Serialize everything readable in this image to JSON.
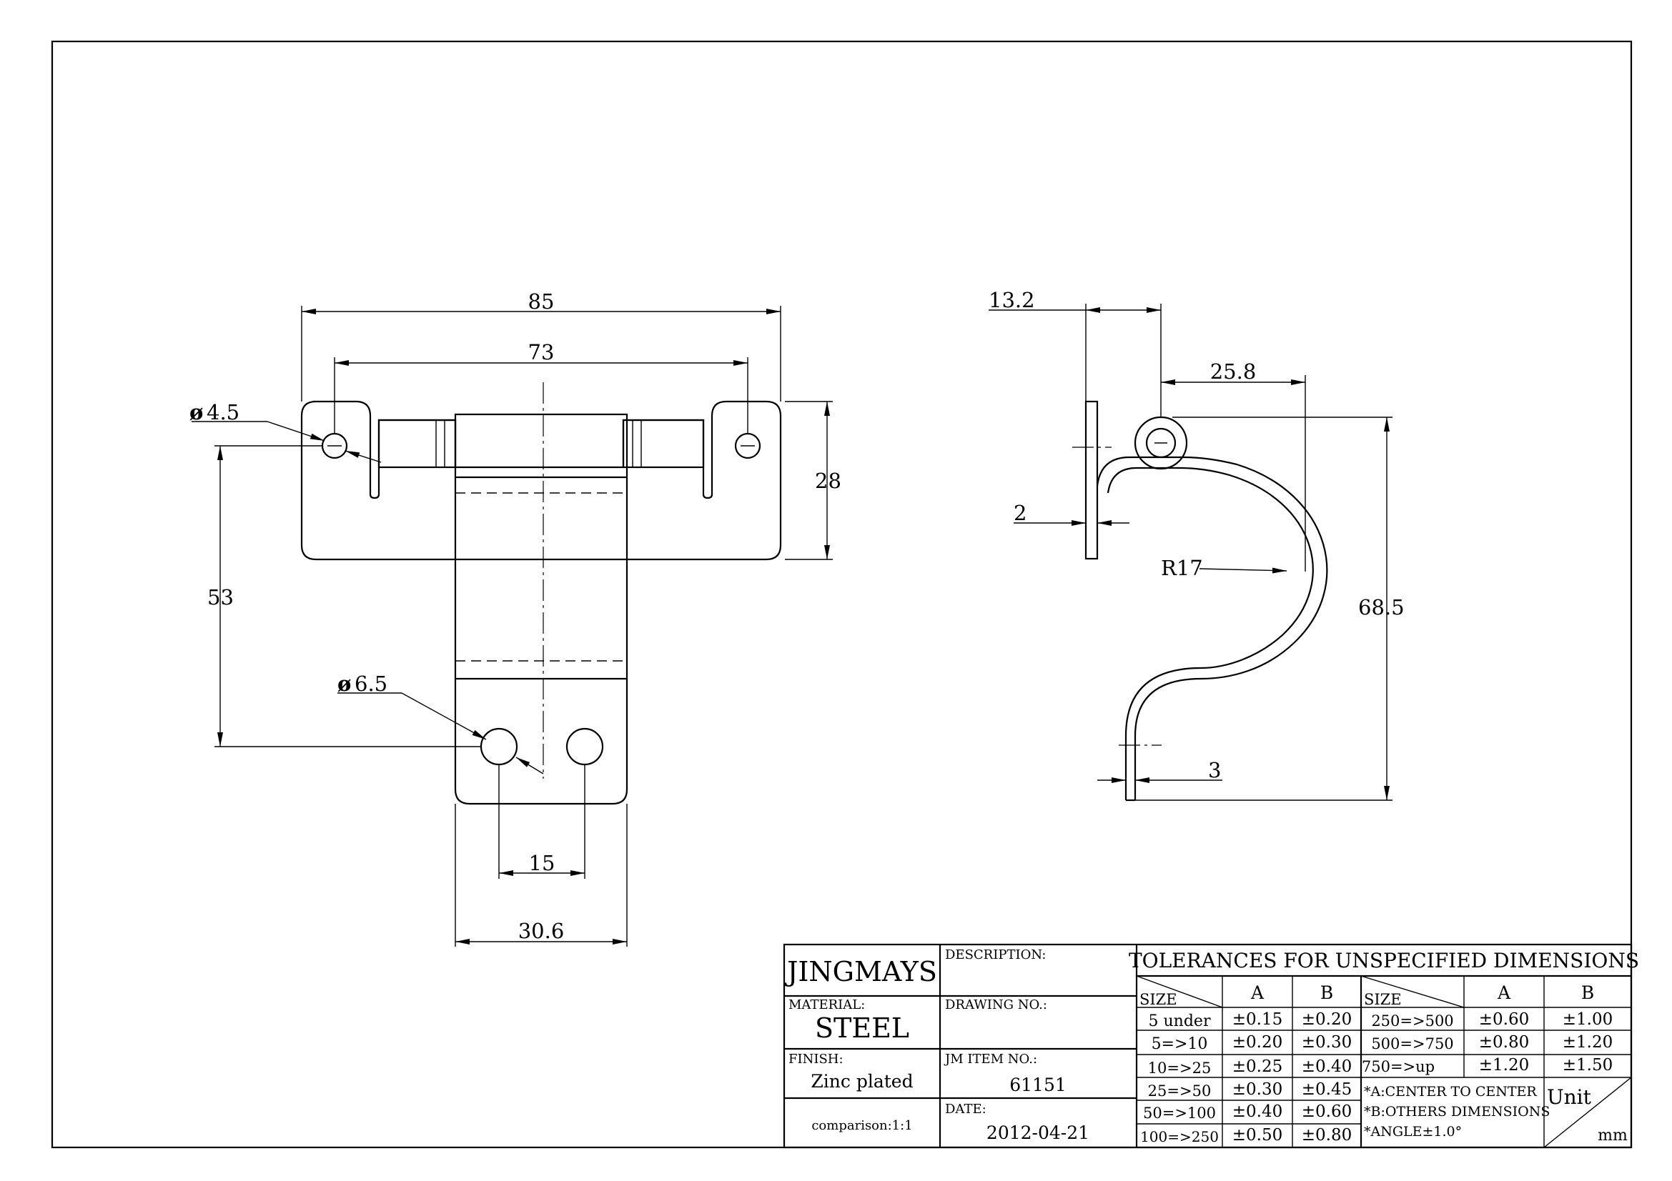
{
  "view_front": {
    "dim_width_overall": "85",
    "dim_hole_spacing": "73",
    "dim_hole_small": "4.5",
    "dim_plate_height": "28",
    "dim_vertical": "53",
    "dim_hole_large": "6.5",
    "dim_bottom_holes": "15",
    "dim_leaf_width": "30.6",
    "diameter_symbol": "ø"
  },
  "view_side": {
    "dim_offset": "13.2",
    "dim_reach": "25.8",
    "dim_thickness_plate": "2",
    "dim_radius": "R17",
    "dim_height": "68.5",
    "dim_thickness_leaf": "3"
  },
  "title_block": {
    "company": "JINGMAYS",
    "description_label": "DESCRIPTION:",
    "material_label": "MATERIAL:",
    "material": "STEEL",
    "drawing_no_label": "DRAWING NO.:",
    "finish_label": "FINISH:",
    "finish": "Zinc plated",
    "item_label": "JM ITEM NO.:",
    "item_no": "61151",
    "comparison": "comparison:1:1",
    "date_label": "DATE:",
    "date": "2012-04-21"
  },
  "tolerances": {
    "title": "TOLERANCES FOR UNSPECIFIED DIMENSIONS",
    "size_label": "SIZE",
    "col_a": "A",
    "col_b": "B",
    "left_rows": [
      {
        "size": "5 under",
        "a": "±0.15",
        "b": "±0.20"
      },
      {
        "size": "5=>10",
        "a": "±0.20",
        "b": "±0.30"
      },
      {
        "size": "10=>25",
        "a": "±0.25",
        "b": "±0.40"
      },
      {
        "size": "25=>50",
        "a": "±0.30",
        "b": "±0.45"
      },
      {
        "size": "50=>100",
        "a": "±0.40",
        "b": "±0.60"
      },
      {
        "size": "100=>250",
        "a": "±0.50",
        "b": "±0.80"
      }
    ],
    "right_rows": [
      {
        "size": "250=>500",
        "a": "±0.60",
        "b": "±1.00"
      },
      {
        "size": "500=>750",
        "a": "±0.80",
        "b": "±1.20"
      },
      {
        "size": "750=>up",
        "a": "±1.20",
        "b": "±1.50"
      }
    ],
    "notes": [
      "*A:CENTER TO CENTER",
      "*B:OTHERS DIMENSIONS",
      "*ANGLE±1.0°"
    ],
    "unit_label": "Unit",
    "unit": "mm"
  }
}
